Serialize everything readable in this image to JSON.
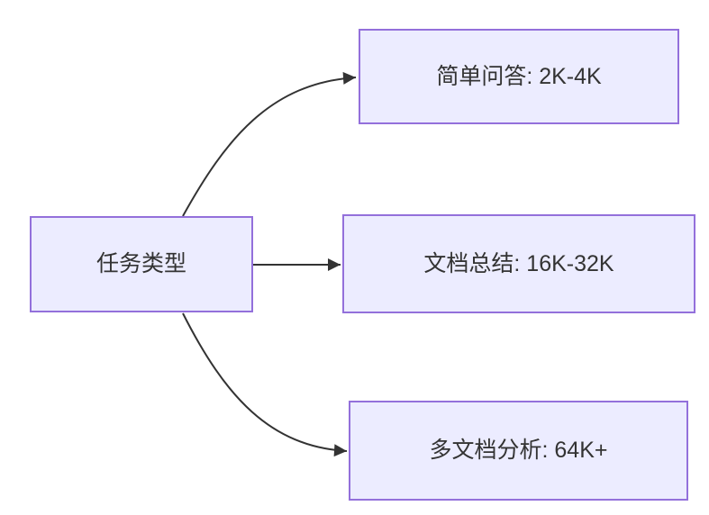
{
  "diagram": {
    "type": "flowchart",
    "direction": "left-to-right",
    "root": {
      "label": "任务类型"
    },
    "children": [
      {
        "label": "简单问答: 2K-4K"
      },
      {
        "label": "文档总结: 16K-32K"
      },
      {
        "label": "多文档分析: 64K+"
      }
    ],
    "edges": [
      {
        "from": "任务类型",
        "to": "简单问答: 2K-4K"
      },
      {
        "from": "任务类型",
        "to": "文档总结: 16K-32K"
      },
      {
        "from": "任务类型",
        "to": "多文档分析: 64K+"
      }
    ]
  },
  "colors": {
    "background": "#FFFFFF",
    "node_fill": "#ECECFF",
    "node_border": "#9370DB",
    "edge": "#333333",
    "text": "#333333"
  }
}
